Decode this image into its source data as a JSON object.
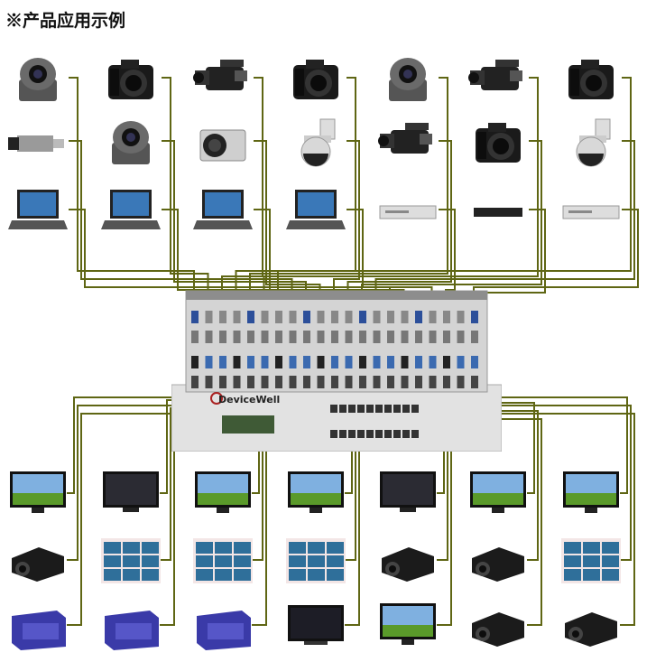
{
  "title": "※产品应用示例",
  "matrix": {
    "brand": "DeviceWell",
    "name": "matrix-switcher-chassis"
  },
  "colors": {
    "wire": "#5f6614",
    "chassis": "#cfcfcf",
    "rack": "#e4e4e4"
  },
  "inputs": [
    [
      "ptz-camera",
      "dslr-camera",
      "camcorder",
      "dslr-camera",
      "ptz-camera",
      "camcorder",
      "dslr-camera"
    ],
    [
      "box-camera",
      "ptz-camera",
      "zoom-camera",
      "speed-dome-camera",
      "camcorder",
      "dslr-camera",
      "speed-dome-camera"
    ],
    [
      "laptop",
      "laptop",
      "laptop",
      "laptop",
      "dvd-player",
      "blu-ray-player",
      "dvd-player"
    ]
  ],
  "outputs": [
    [
      "monitor",
      "monitor-black",
      "monitor",
      "monitor",
      "monitor-black",
      "monitor",
      "monitor"
    ],
    [
      "projector",
      "video-wall",
      "video-wall",
      "video-wall",
      "projector",
      "projector",
      "video-wall"
    ],
    [
      "extender",
      "extender",
      "extender",
      "tv-black",
      "monitor",
      "projector",
      "projector"
    ]
  ]
}
